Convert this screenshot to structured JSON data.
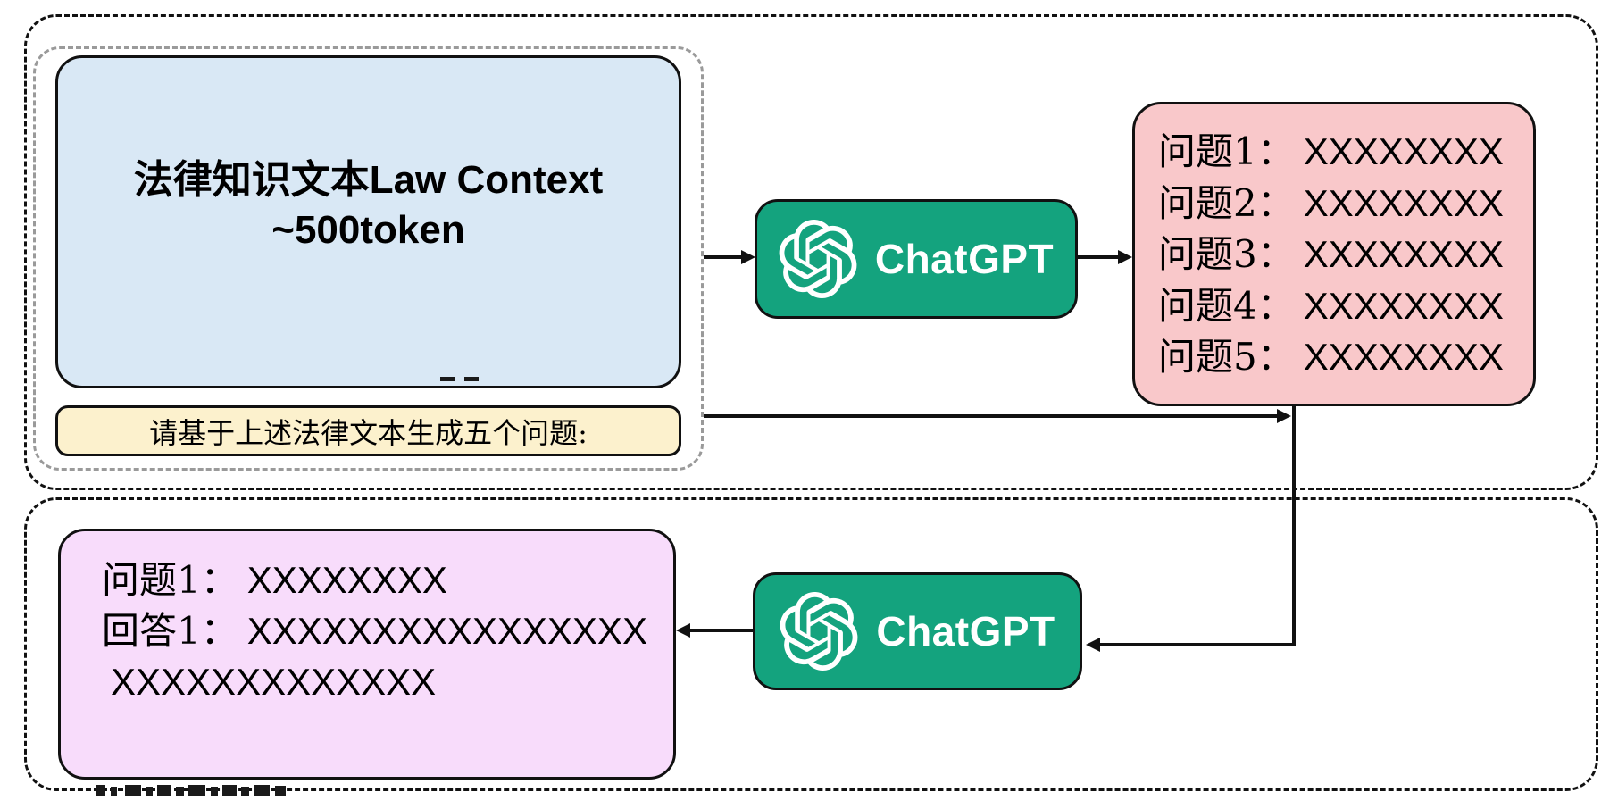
{
  "colors": {
    "c-blue": "#d9e8f5",
    "c-yellow": "#fcf1cd",
    "c-pink": "#f9c8ca",
    "c-purple": "#f8dcfb",
    "c-green": "#14a37e",
    "c-line": "#111111",
    "c-graydash": "#9a9a9a"
  },
  "top_section": {
    "law_box": {
      "line1_cjk": "法律知识文本",
      "line1_latin": "Law Context",
      "line2": "~500token"
    },
    "prompt_box": {
      "text": "请基于上述法律文本生成五个问题:"
    },
    "chatgpt_label": "ChatGPT",
    "openai_logo_icon": "openai-logo-icon",
    "questions_box": {
      "lines": [
        {
          "label": "问题1：",
          "text": "XXXXXXXX"
        },
        {
          "label": "问题2：",
          "text": "XXXXXXXX"
        },
        {
          "label": "问题3：",
          "text": "XXXXXXXX"
        },
        {
          "label": "问题4：",
          "text": "XXXXXXXX"
        },
        {
          "label": "问题5：",
          "text": "XXXXXXXX"
        }
      ]
    }
  },
  "bottom_section": {
    "chatgpt_label": "ChatGPT",
    "openai_logo_icon": "openai-logo-icon",
    "qa_box": {
      "lines": [
        {
          "label": "问题1：",
          "text": "XXXXXXXX"
        },
        {
          "label": "回答1：",
          "text": "XXXXXXXXXXXXXXXX"
        },
        {
          "label": "",
          "text": "XXXXXXXXXXXXX"
        }
      ]
    }
  }
}
